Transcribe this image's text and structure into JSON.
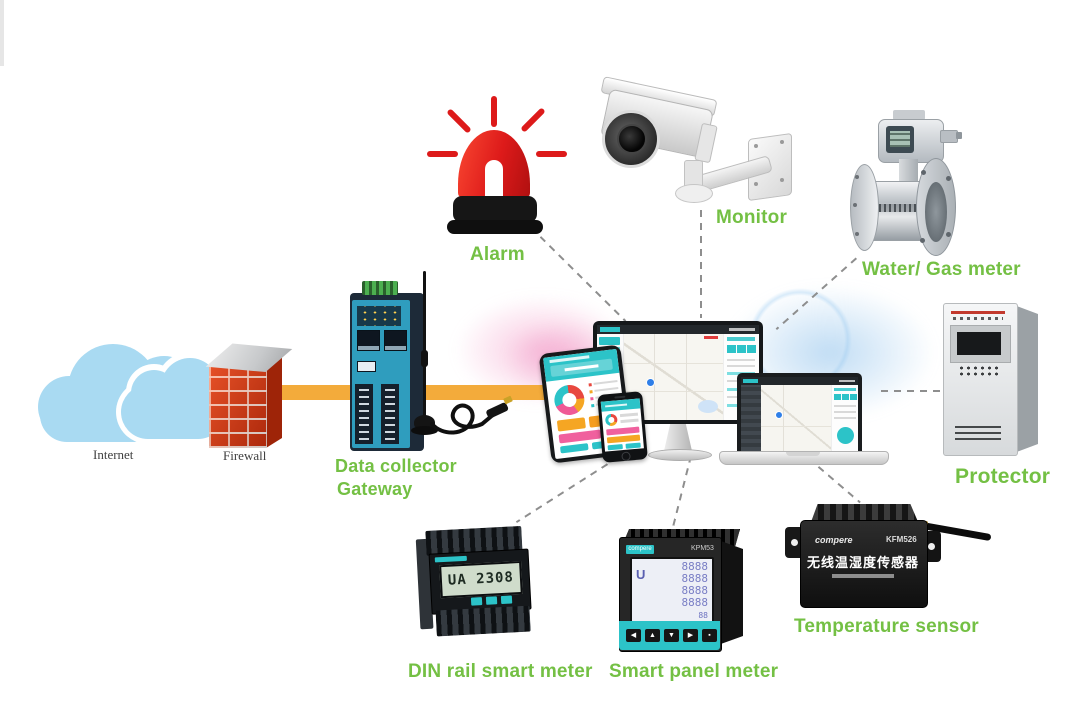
{
  "colors": {
    "label_green": "#74c044",
    "band_yellow": "#f3ab3b",
    "teal": "#2cc3c8",
    "alarm_red": "#dd1a1a",
    "cloud_blue": "#a9daf2",
    "dash_gray": "#8e8e8e"
  },
  "nodes": {
    "internet": {
      "label": "Internet"
    },
    "firewall": {
      "label": "Firewall"
    },
    "gateway": {
      "label_line1": "Data collector",
      "label_line2": "Gateway"
    },
    "alarm": {
      "label": "Alarm"
    },
    "camera": {
      "label": "Monitor"
    },
    "water_gas_meter": {
      "label": "Water/ Gas meter"
    },
    "protector": {
      "label": "Protector"
    },
    "temperature_sensor": {
      "label": "Temperature sensor",
      "brand": "compere",
      "model": "KFM526",
      "title_cn": "无线温湿度传感器"
    },
    "smart_panel_meter": {
      "label": "Smart panel meter",
      "brand": "compere",
      "model": "KPM53",
      "lcd_unit": "U",
      "lcd_digits": "8888",
      "lcd_digits_small": "88"
    },
    "din_rail_meter": {
      "label": "DIN rail smart meter",
      "lcd": "UA 2308"
    }
  },
  "panel_buttons": [
    "◀",
    "▲",
    "▼",
    "▶",
    "▪"
  ]
}
